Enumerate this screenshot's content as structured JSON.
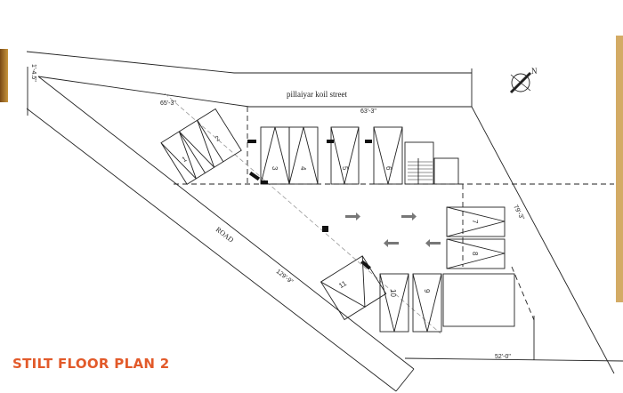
{
  "title": "STILT FLOOR PLAN 2",
  "street_label": "pillaiyar koil street",
  "road_label": "ROAD",
  "north_label": "N",
  "dimensions": {
    "left_offset": "1'-4.5\"",
    "top_left": "65'-3\"",
    "top": "63'-3\"",
    "right": "79'-3\"",
    "road_side": "129'-9\"",
    "bottom": "52'-0\""
  },
  "parking_bays": [
    "1",
    "2",
    "3",
    "4",
    "5",
    "6",
    "7",
    "8",
    "9",
    "10",
    "11"
  ],
  "colors": {
    "title": "#e25a2a",
    "lines": "#222222",
    "border_strip": "#a8752a"
  }
}
